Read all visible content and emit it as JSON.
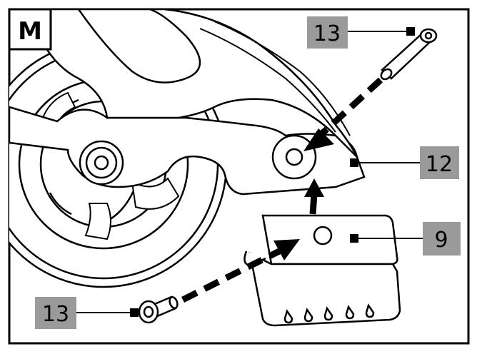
{
  "panel": {
    "letter": "M"
  },
  "callouts": {
    "top_bolt": "13",
    "bottom_bolt": "13",
    "frame_hole": "12",
    "brake_block": "9"
  },
  "colors": {
    "line": "#000000",
    "callout_box": "#9a9a9a",
    "background": "#ffffff"
  }
}
